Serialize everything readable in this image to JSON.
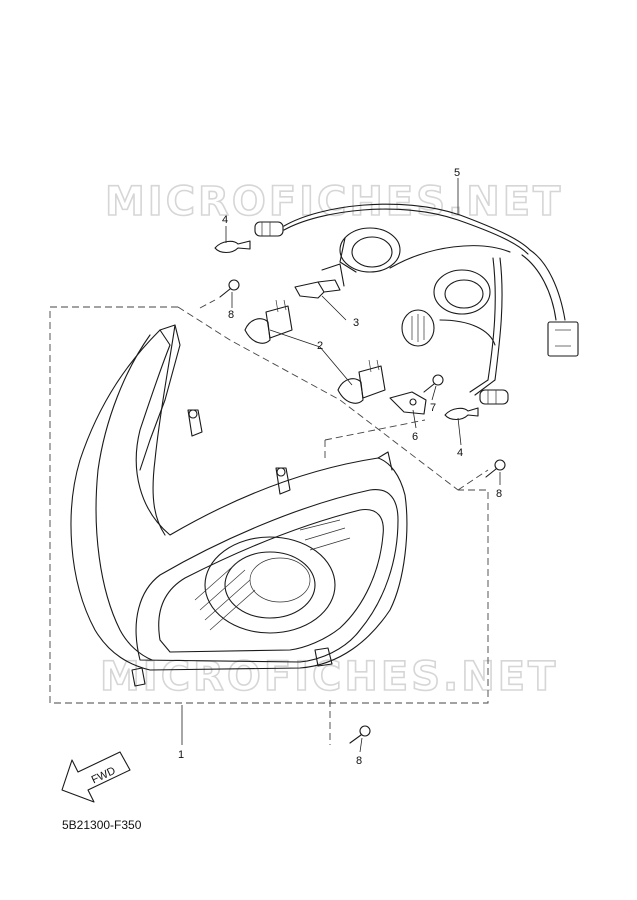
{
  "watermark": "MICROFICHES.NET",
  "diagram_code": "5B21300-F350",
  "fwd_label": "FWD",
  "callouts": {
    "c1": "1",
    "c2": "2",
    "c3": "3",
    "c4a": "4",
    "c4b": "4",
    "c5": "5",
    "c6": "6",
    "c7": "7",
    "c8a": "8",
    "c8b": "8",
    "c8c": "8"
  }
}
